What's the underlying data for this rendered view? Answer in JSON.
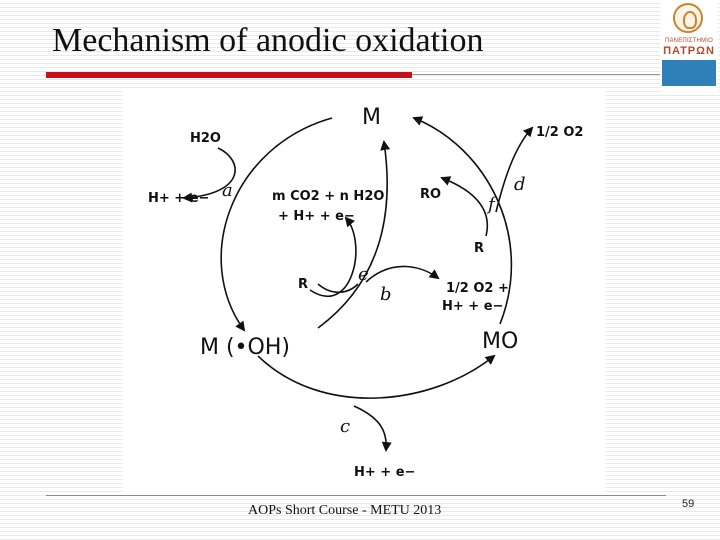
{
  "slide": {
    "title": "Mechanism of anodic oxidation",
    "footer": "AOPs Short Course - METU 2013",
    "page_number": "59"
  },
  "logo": {
    "line1": "ΠΑΝΕΠΙΣΤΗΜΙΟ",
    "line2": "ΠΑΤΡΩΝ"
  },
  "diagram": {
    "species": {
      "M": "M",
      "M_OH": "M (•OH)",
      "MO": "MO",
      "H2O": "H2O",
      "H_plus_e_a": "H+ + e−",
      "mCO2_line1": "m CO2 + n H2O",
      "mCO2_line2": "+ H+ + e−",
      "R_e": "R",
      "O2_line1": "1/2 O2 +",
      "O2_line2": "H+ + e−",
      "RO": "RO",
      "R_f": "R",
      "O2_d": "1/2 O2",
      "H_plus_e_c": "H+ + e−"
    },
    "steps": {
      "a": "a",
      "b": "b",
      "c": "c",
      "d": "d",
      "e": "e",
      "f": "f"
    }
  }
}
